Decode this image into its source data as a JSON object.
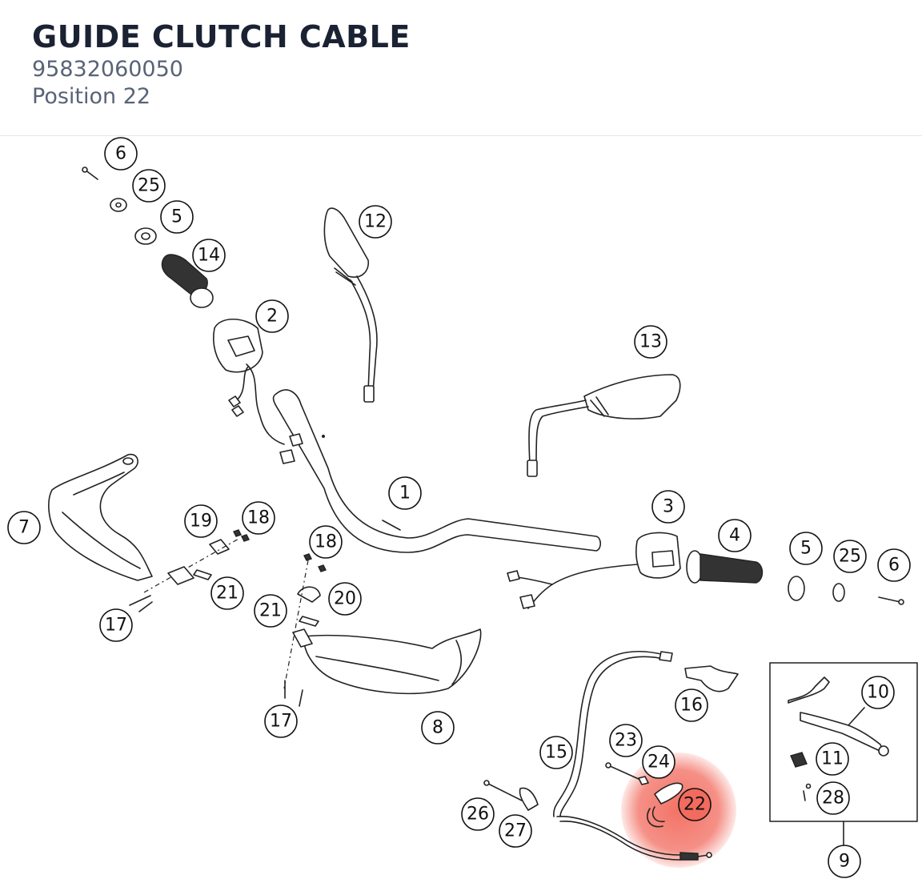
{
  "header": {
    "title": "GUIDE CLUTCH CABLE",
    "part_number": "95832060050",
    "position_text": "Position 22"
  },
  "highlight": {
    "callout": "22",
    "color": "#f26b5e"
  },
  "callouts": [
    {
      "id": "c-6a",
      "label": "6"
    },
    {
      "id": "c-25a",
      "label": "25"
    },
    {
      "id": "c-5a",
      "label": "5"
    },
    {
      "id": "c-14",
      "label": "14"
    },
    {
      "id": "c-2",
      "label": "2"
    },
    {
      "id": "c-12",
      "label": "12"
    },
    {
      "id": "c-13",
      "label": "13"
    },
    {
      "id": "c-1",
      "label": "1"
    },
    {
      "id": "c-7",
      "label": "7"
    },
    {
      "id": "c-19",
      "label": "19"
    },
    {
      "id": "c-18a",
      "label": "18"
    },
    {
      "id": "c-18b",
      "label": "18"
    },
    {
      "id": "c-21a",
      "label": "21"
    },
    {
      "id": "c-21b",
      "label": "21"
    },
    {
      "id": "c-20",
      "label": "20"
    },
    {
      "id": "c-17a",
      "label": "17"
    },
    {
      "id": "c-17b",
      "label": "17"
    },
    {
      "id": "c-8",
      "label": "8"
    },
    {
      "id": "c-3",
      "label": "3"
    },
    {
      "id": "c-4",
      "label": "4"
    },
    {
      "id": "c-5b",
      "label": "5"
    },
    {
      "id": "c-25b",
      "label": "25"
    },
    {
      "id": "c-6b",
      "label": "6"
    },
    {
      "id": "c-16",
      "label": "16"
    },
    {
      "id": "c-15",
      "label": "15"
    },
    {
      "id": "c-23",
      "label": "23"
    },
    {
      "id": "c-24",
      "label": "24"
    },
    {
      "id": "c-22",
      "label": "22"
    },
    {
      "id": "c-26",
      "label": "26"
    },
    {
      "id": "c-27",
      "label": "27"
    },
    {
      "id": "c-10",
      "label": "10"
    },
    {
      "id": "c-11",
      "label": "11"
    },
    {
      "id": "c-28",
      "label": "28"
    },
    {
      "id": "c-9",
      "label": "9"
    }
  ]
}
